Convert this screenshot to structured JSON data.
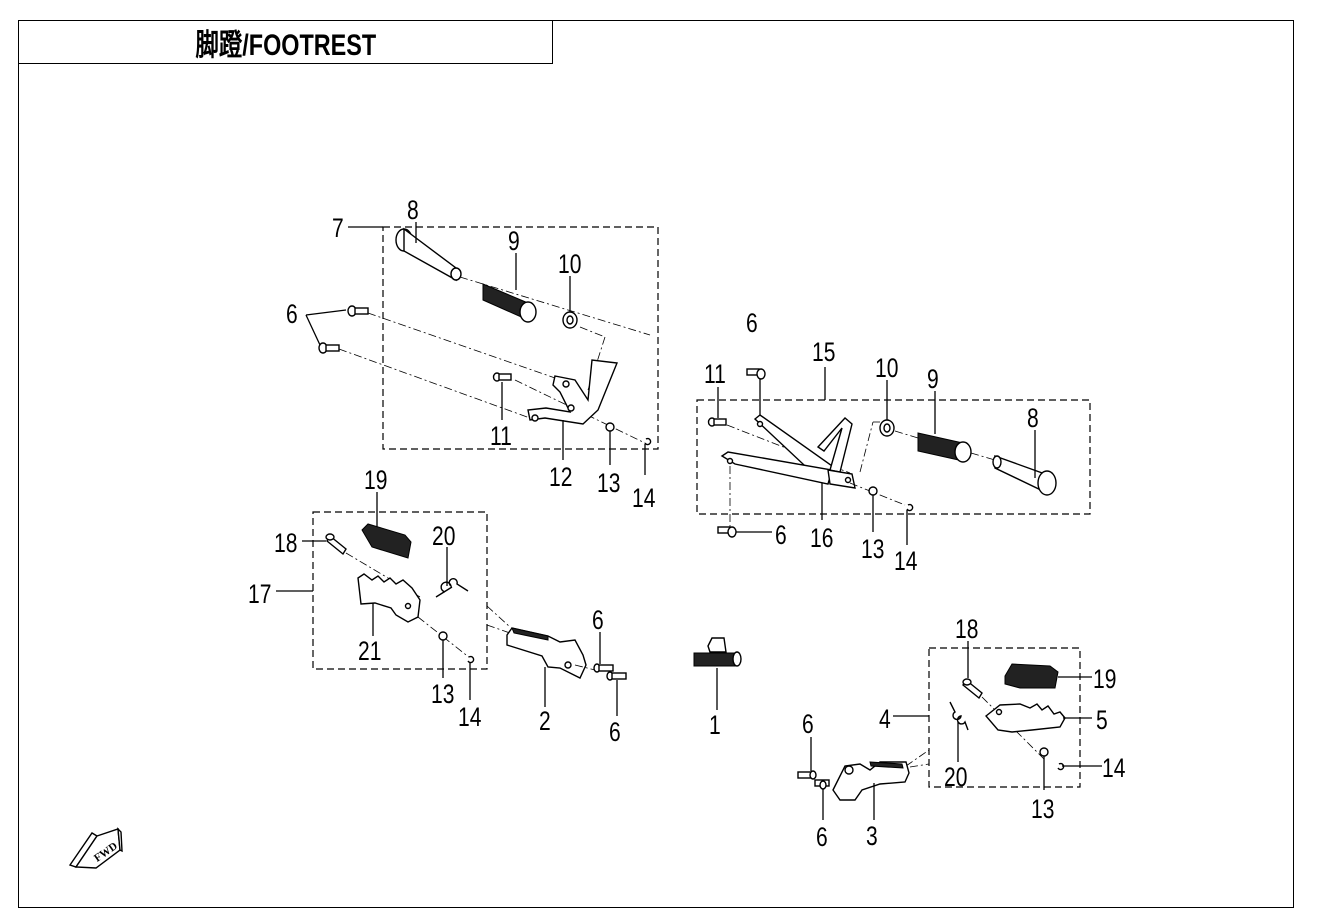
{
  "title": "脚蹬/FOOTREST",
  "fwd_label": "FWD",
  "callouts": [
    {
      "id": "c8a",
      "text": "8"
    },
    {
      "id": "c7",
      "text": "7"
    },
    {
      "id": "c9a",
      "text": "9"
    },
    {
      "id": "c10a",
      "text": "10"
    },
    {
      "id": "c6a",
      "text": "6"
    },
    {
      "id": "c11a",
      "text": "11"
    },
    {
      "id": "c12",
      "text": "12"
    },
    {
      "id": "c13a",
      "text": "13"
    },
    {
      "id": "c14a",
      "text": "14"
    },
    {
      "id": "c6b",
      "text": "6"
    },
    {
      "id": "c15",
      "text": "15"
    },
    {
      "id": "c11b",
      "text": "11"
    },
    {
      "id": "c10b",
      "text": "10"
    },
    {
      "id": "c9b",
      "text": "9"
    },
    {
      "id": "c8b",
      "text": "8"
    },
    {
      "id": "c6c",
      "text": "6"
    },
    {
      "id": "c16",
      "text": "16"
    },
    {
      "id": "c13b",
      "text": "13"
    },
    {
      "id": "c14b",
      "text": "14"
    },
    {
      "id": "c19a",
      "text": "19"
    },
    {
      "id": "c18a",
      "text": "18"
    },
    {
      "id": "c20a",
      "text": "20"
    },
    {
      "id": "c17",
      "text": "17"
    },
    {
      "id": "c21",
      "text": "21"
    },
    {
      "id": "c13c",
      "text": "13"
    },
    {
      "id": "c14c",
      "text": "14"
    },
    {
      "id": "c2",
      "text": "2"
    },
    {
      "id": "c6d",
      "text": "6"
    },
    {
      "id": "c6e",
      "text": "6"
    },
    {
      "id": "c1",
      "text": "1"
    },
    {
      "id": "c18b",
      "text": "18"
    },
    {
      "id": "c19b",
      "text": "19"
    },
    {
      "id": "c4",
      "text": "4"
    },
    {
      "id": "c5",
      "text": "5"
    },
    {
      "id": "c20b",
      "text": "20"
    },
    {
      "id": "c14d",
      "text": "14"
    },
    {
      "id": "c13d",
      "text": "13"
    },
    {
      "id": "c6f",
      "text": "6"
    },
    {
      "id": "c6g",
      "text": "6"
    },
    {
      "id": "c3",
      "text": "3"
    }
  ]
}
